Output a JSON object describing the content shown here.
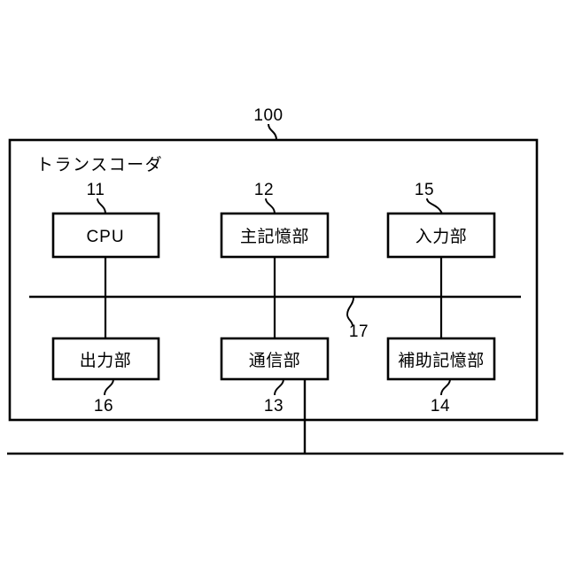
{
  "figure": {
    "type": "patent-block-diagram",
    "outer_frame": {
      "title": "トランスコーダ",
      "ref": "100"
    },
    "bus": {
      "ref": "17"
    },
    "blocks": [
      {
        "id": "cpu",
        "label": "CPU",
        "ref": "11",
        "row": "top",
        "column": "left",
        "ref_position": "above"
      },
      {
        "id": "main-memory",
        "label": "主記憶部",
        "ref": "12",
        "row": "top",
        "column": "center",
        "ref_position": "above"
      },
      {
        "id": "input",
        "label": "入力部",
        "ref": "15",
        "row": "top",
        "column": "right",
        "ref_position": "above"
      },
      {
        "id": "output",
        "label": "出力部",
        "ref": "16",
        "row": "bottom",
        "column": "left",
        "ref_position": "below"
      },
      {
        "id": "communication",
        "label": "通信部",
        "ref": "13",
        "row": "bottom",
        "column": "center",
        "ref_position": "below"
      },
      {
        "id": "aux-memory",
        "label": "補助記憶部",
        "ref": "14",
        "row": "bottom",
        "column": "right",
        "ref_position": "below"
      }
    ],
    "network_line": {
      "present": true
    },
    "colors": {
      "ink": "#000000",
      "paper": "#ffffff"
    }
  }
}
